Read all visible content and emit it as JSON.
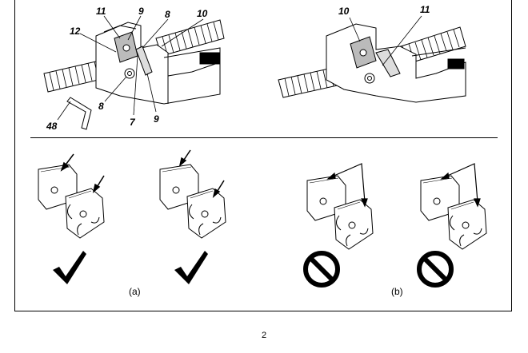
{
  "top_left_figure": {
    "callouts": {
      "c11": "11",
      "c9a": "9",
      "c8a": "8",
      "c10": "10",
      "c12": "12",
      "c8b": "8",
      "c48": "48",
      "c7": "7",
      "c9b": "9"
    }
  },
  "top_right_figure": {
    "callouts": {
      "c10": "10",
      "c11": "11"
    }
  },
  "bottom_captions": {
    "a": "(a)",
    "b": "(b)"
  },
  "page_number": "2"
}
